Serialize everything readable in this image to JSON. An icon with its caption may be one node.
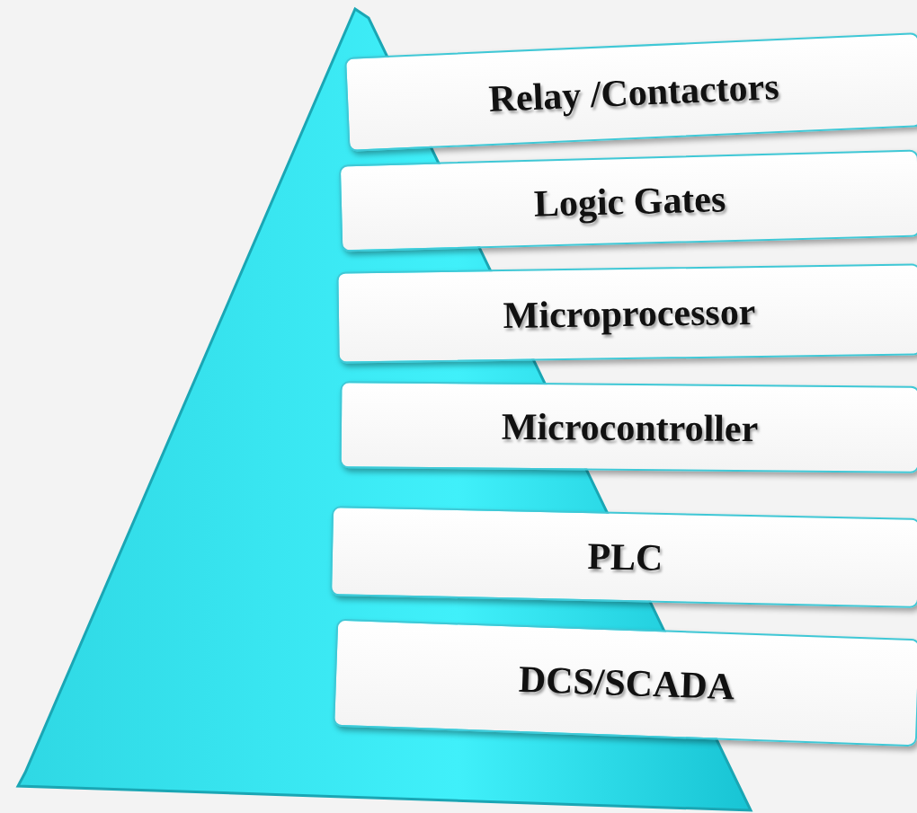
{
  "diagram": {
    "nodes": [
      {
        "text": [
          "Relay /Contactors"
        ]
      },
      {
        "text": [
          "Logic Gates"
        ]
      },
      {
        "text": [
          "Microprocessor"
        ]
      },
      {
        "text": [
          "Microcontroller"
        ]
      },
      {
        "text": [
          "PLC"
        ]
      },
      {
        "text": [
          "DCS/SCADA"
        ]
      }
    ],
    "edges": []
  }
}
